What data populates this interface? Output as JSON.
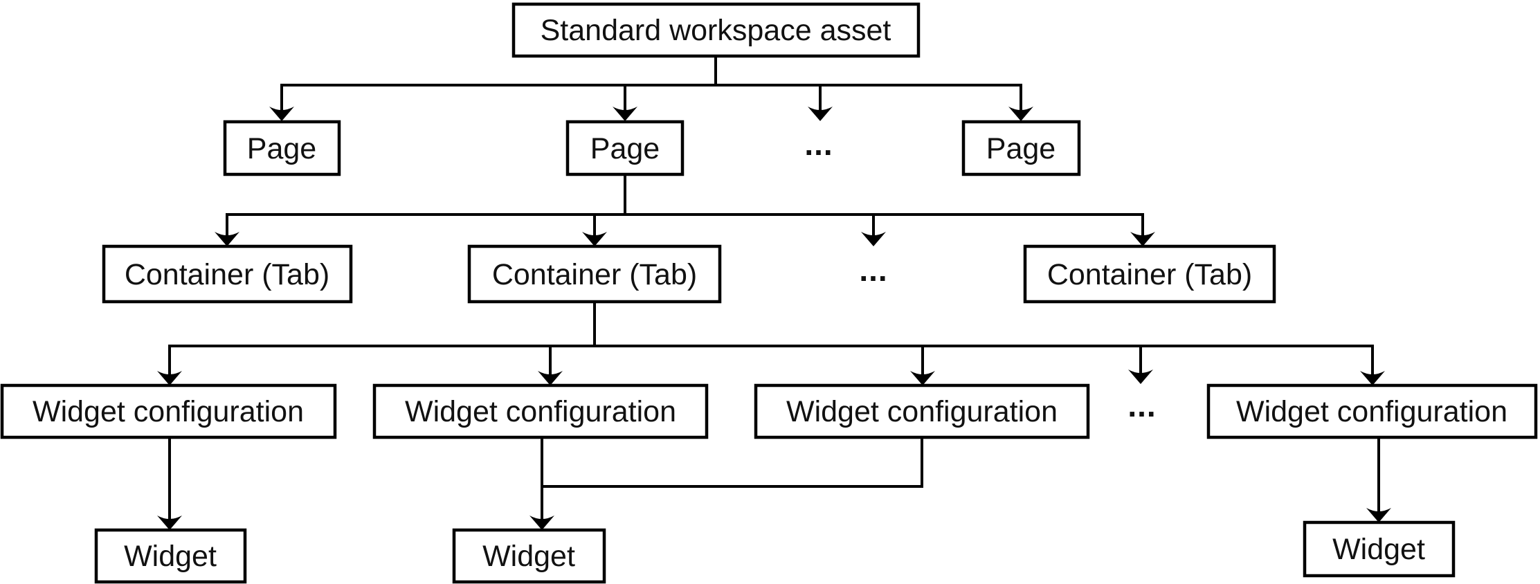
{
  "diagram": {
    "type": "tree",
    "colors": {
      "background": "#ffffff",
      "line": "#000000",
      "box_fill": "#ffffff",
      "box_border": "#000000",
      "text": "#111111"
    },
    "nodes": {
      "root": {
        "label": "Standard workspace asset"
      },
      "page": {
        "label": "Page"
      },
      "container": {
        "label": "Container (Tab)"
      },
      "widget_config": {
        "label": "Widget configuration"
      },
      "widget": {
        "label": "Widget"
      },
      "ellipsis": {
        "label": "..."
      }
    },
    "levels": [
      [
        "Standard workspace asset"
      ],
      [
        "Page",
        "Page",
        "...",
        "Page"
      ],
      [
        "Container (Tab)",
        "Container (Tab)",
        "...",
        "Container (Tab)"
      ],
      [
        "Widget configuration",
        "Widget configuration",
        "Widget configuration",
        "...",
        "Widget configuration"
      ],
      [
        "Widget",
        "Widget",
        "Widget"
      ]
    ]
  }
}
